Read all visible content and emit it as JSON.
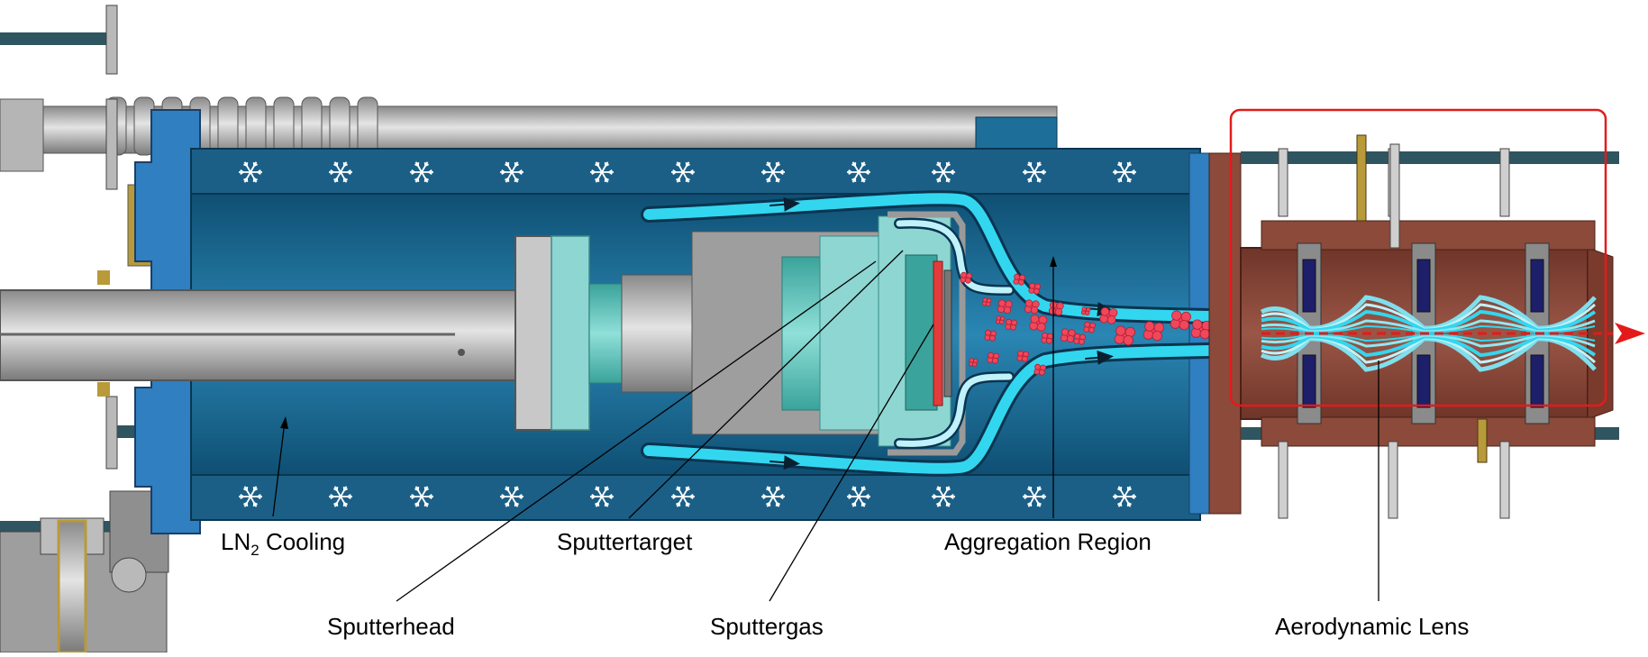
{
  "labels": {
    "ln2_cooling_main": "LN",
    "ln2_cooling_sub": "2",
    "ln2_cooling_rest": " Cooling",
    "sputtertarget": "Sputtertarget",
    "aggregation_region": "Aggregation Region",
    "sputterhead": "Sputterhead",
    "sputtergas": "Sputtergas",
    "aerodynamic_lens": "Aerodynamic Lens"
  },
  "colors": {
    "chamber_blue": "#1d6e99",
    "flange_blue": "#2f7fc1",
    "gas_cyan": "#33d6ef",
    "cluster_red": "#f0475d",
    "lens_brown": "#8b4a3a",
    "highlight_red": "#e41a1a",
    "steel_gray": "#a9a9a9",
    "rod_teal": "#2f5560",
    "target_teal": "#7fd3cf"
  },
  "icons": {
    "cooling": "snowflake-icon",
    "beam_direction": "arrow-right-icon"
  }
}
